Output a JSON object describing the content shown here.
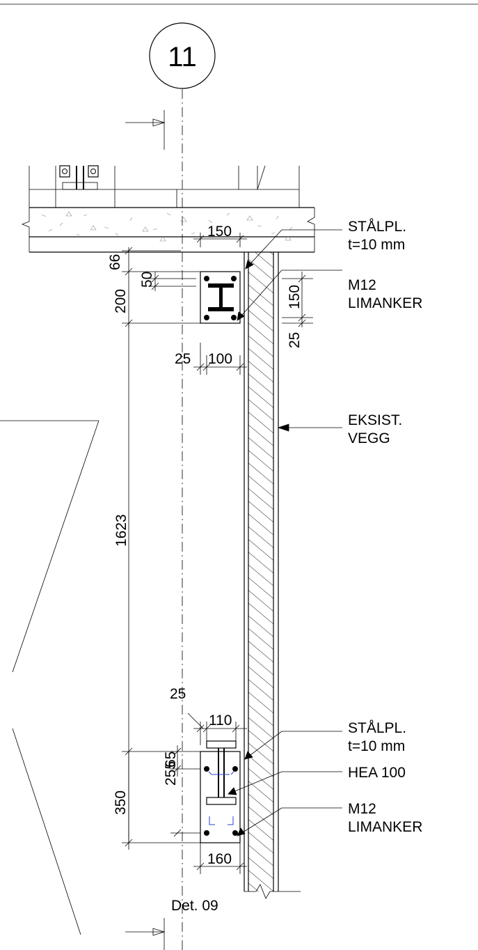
{
  "grid_label": "11",
  "dimensions": {
    "top_plate_width": "150",
    "edge_top": "66",
    "bolt_offset": "50",
    "top_plate_height": "200",
    "bolt_spacing_right": "150",
    "bolt_edge_right": "25",
    "edge_25_top": "25",
    "clear_100": "100",
    "span": "1623",
    "edge_25_bottom": "25",
    "bottom_beam": "110",
    "bottom_a": "255",
    "bottom_b": "65",
    "bottom_plate_height": "350",
    "bottom_plate_width": "160"
  },
  "notes": {
    "top_plate_1": "STÅLPL.",
    "top_plate_2": "t=10 mm",
    "top_anchor_1": "M12",
    "top_anchor_2": "LIMANKER",
    "wall_1": "EKSIST.",
    "wall_2": "VEGG",
    "bot_plate_1": "STÅLPL.",
    "bot_plate_2": "t=10 mm",
    "beam": "HEA 100",
    "bot_anchor_1": "M12",
    "bot_anchor_2": "LIMANKER"
  },
  "detail_ref": "Det. 09"
}
